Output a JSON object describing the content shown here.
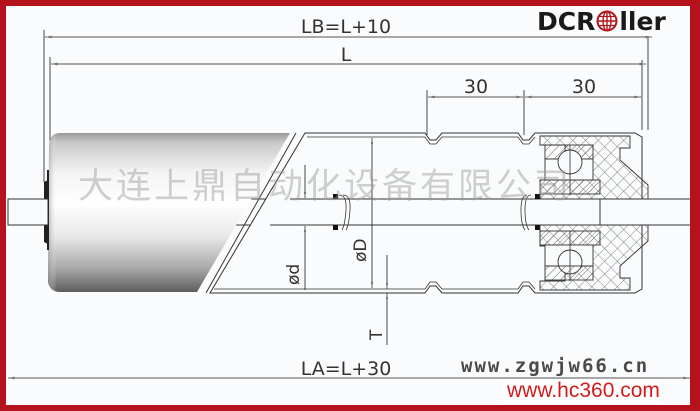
{
  "brand": {
    "logo_prefix": "DCR",
    "logo_suffix": "ller",
    "logo_globe_icon": "globe-icon"
  },
  "dimensions": {
    "lb_label": "LB=L+10",
    "l_label": "L",
    "pitch_1_label": "30",
    "pitch_2_label": "30",
    "shaft_diameter_label": "ød",
    "tube_diameter_label": "øD",
    "wall_thickness_label": "T",
    "la_label": "LA=L+30"
  },
  "watermarks": {
    "company": "大连上鼎自动化设备有限公司",
    "site_1": "www.zgwjw66.cn",
    "site_2": "www.hc360.com"
  },
  "colors": {
    "frame": "#b5121b",
    "line": "#333333",
    "hc360": "#d21c1c"
  }
}
